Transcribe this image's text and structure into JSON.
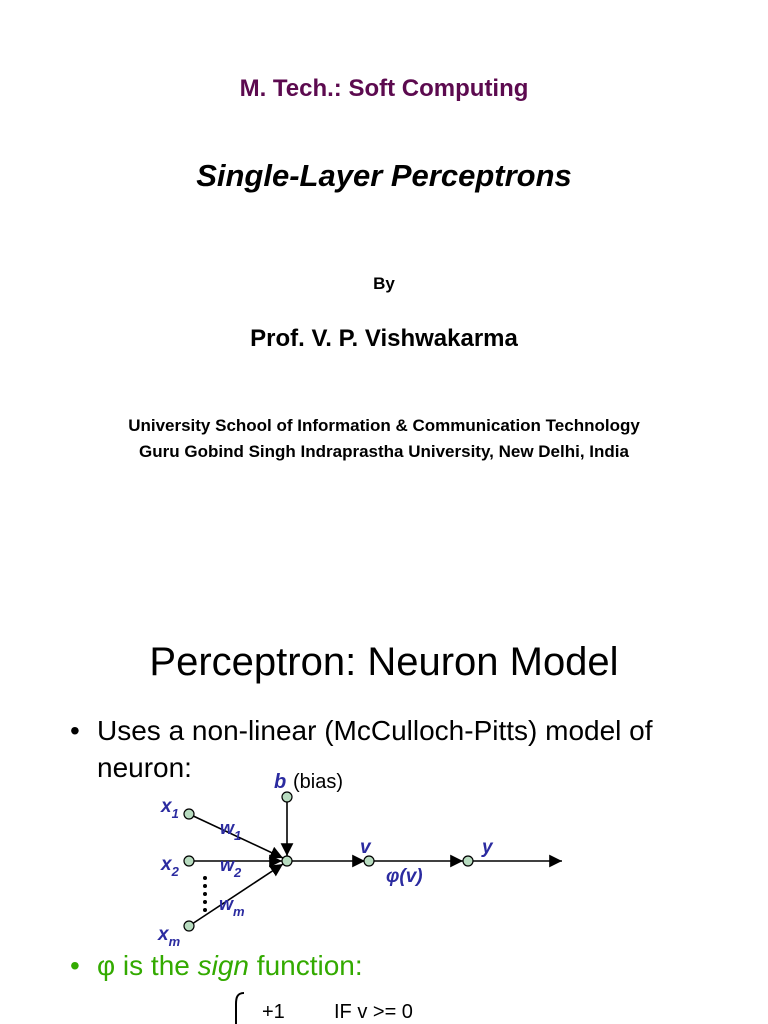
{
  "slide1": {
    "course": "M. Tech.: Soft Computing",
    "title": "Single-Layer Perceptrons",
    "by": "By",
    "author": "Prof. V. P. Vishwakarma",
    "institution_line1": "University School of Information & Communication Technology",
    "institution_line2": "Guru Gobind Singh Indraprastha University, New Delhi, India"
  },
  "slide2": {
    "title": "Perceptron: Neuron Model",
    "bullet1": "Uses a non-linear (McCulloch-Pitts) model of neuron:",
    "bullet_char": "•",
    "bullet2_prefix": "φ is the ",
    "bullet2_italic": "sign",
    "bullet2_suffix": " function:",
    "diagram": {
      "bias_symbol": "b",
      "bias_label": "(bias)",
      "x1": "x",
      "x1_sub": "1",
      "x2": "x",
      "x2_sub": "2",
      "xm": "x",
      "xm_sub": "m",
      "w1": "w",
      "w1_sub": "1",
      "w2": "w",
      "w2_sub": "2",
      "wm": "w",
      "wm_sub": "m",
      "v": "v",
      "phi": "φ(v)",
      "y": "y",
      "colors": {
        "label": "#2b2ba0",
        "node_fill": "#b8dcc0",
        "line": "#000000"
      }
    },
    "formula": {
      "value": "+1",
      "condition": "IF v >= 0"
    }
  }
}
